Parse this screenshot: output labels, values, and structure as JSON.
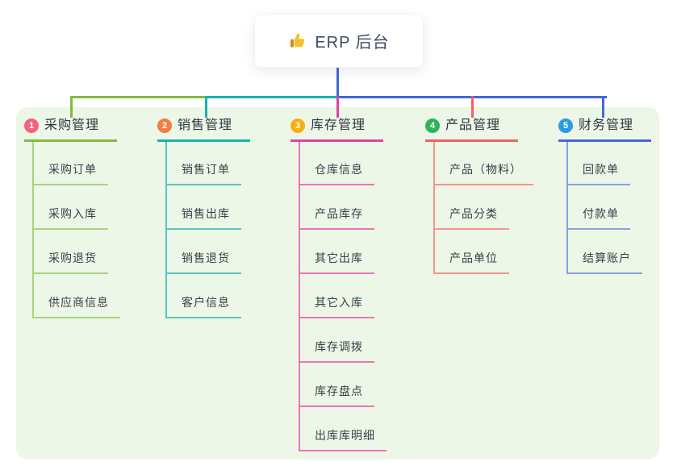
{
  "root": {
    "label": "ERP 后台",
    "icon": "thumbs-up-icon"
  },
  "colors": {
    "panel_background": "#ecf7e7",
    "root_connector": "#4467d6",
    "root_text": "#3d4b60"
  },
  "branches": [
    {
      "index": "1",
      "title": "采购管理",
      "badge_color": "#f2637e",
      "line_color": "#83bb40",
      "line_light": "#aad380",
      "children": [
        "采购订单",
        "采购入库",
        "采购退货",
        "供应商信息"
      ]
    },
    {
      "index": "2",
      "title": "销售管理",
      "badge_color": "#ef7f45",
      "line_color": "#16b3a8",
      "line_light": "#5ac6bd",
      "children": [
        "销售订单",
        "销售出库",
        "销售退货",
        "客户信息"
      ]
    },
    {
      "index": "3",
      "title": "库存管理",
      "badge_color": "#f7b011",
      "line_color": "#dd43a0",
      "line_light": "#ec74bb",
      "children": [
        "仓库信息",
        "产品库存",
        "其它出库",
        "其它入库",
        "库存调拨",
        "库存盘点",
        "出库库明细"
      ]
    },
    {
      "index": "4",
      "title": "产品管理",
      "badge_color": "#2db45a",
      "line_color": "#f75f5f",
      "line_light": "#f9918f",
      "children": [
        "产品（物料）",
        "产品分类",
        "产品单位"
      ]
    },
    {
      "index": "5",
      "title": "财务管理",
      "badge_color": "#2a9de2",
      "line_color": "#4467d6",
      "line_light": "#8ba0de",
      "children": [
        "回款单",
        "付款单",
        "结算账户"
      ]
    }
  ]
}
